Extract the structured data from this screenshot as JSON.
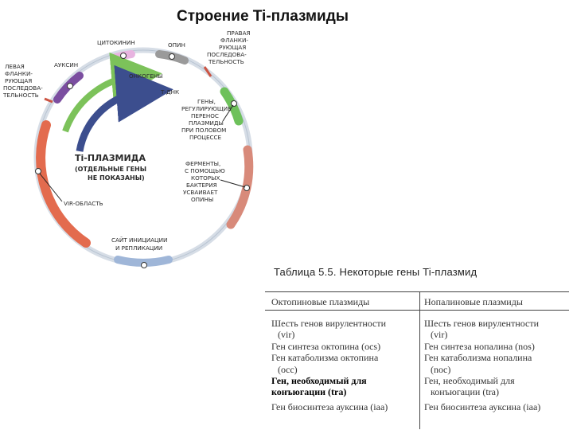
{
  "title": "Строение Ti-плазмиды",
  "diagram": {
    "center_title": "Ti-ПЛАЗМИДА",
    "center_subtitle_1": "(ОТДЕЛЬНЫЕ ГЕНЫ",
    "center_subtitle_2": "НЕ ПОКАЗАНЫ)",
    "labels": {
      "cytokinin": "ЦИТОКИНИН",
      "opine": "ОПИН",
      "right_flank": [
        "ПРАВАЯ",
        "ФЛАНКИ-",
        "РУЮЩАЯ",
        "ПОСЛЕДОВА-",
        "ТЕЛЬНОСТЬ"
      ],
      "left_flank": [
        "ЛЕВАЯ",
        "ФЛАНКИ-",
        "РУЮЩАЯ",
        "ПОСЛЕДОВА-",
        "ТЕЛЬНОСТЬ"
      ],
      "auxin": "АУКСИН",
      "oncogenes": "ОНКОГЕНЫ",
      "t_dna": "Т-ДНК",
      "transfer_genes": [
        "ГЕНЫ,",
        "РЕГУЛИРУЮЩИЕ",
        "ПЕРЕНОС",
        "ПЛАЗМИДЫ",
        "ПРИ ПОЛОВОМ",
        "ПРОЦЕССЕ"
      ],
      "enzymes": [
        "ФЕРМЕНТЫ,",
        "С ПОМОЩЬЮ",
        "КОТОРЫХ",
        "БАКТЕРИЯ",
        "УСВАИВАЕТ",
        "ОПИНЫ"
      ],
      "vir_region": "VIR-ОБЛАСТЬ",
      "replication": [
        "САЙТ ИНИЦИАЦИИ",
        "И РЕПЛИКАЦИИ"
      ]
    }
  },
  "table": {
    "caption": "Таблица 5.5. Некоторые гены Ti-плазмид",
    "headers": [
      "Октопиновые плазмиды",
      "Нопалиновые плазмиды"
    ],
    "octopine_rows": [
      {
        "text": "Шесть генов вирулентности",
        "indent": false,
        "bold": false
      },
      {
        "text": "(vir)",
        "indent": true,
        "bold": false
      },
      {
        "text": "Ген синтеза октопина (ocs)",
        "indent": false,
        "bold": false
      },
      {
        "text": "Ген катаболизма октопина",
        "indent": false,
        "bold": false
      },
      {
        "text": "(occ)",
        "indent": true,
        "bold": false
      },
      {
        "text": "Ген, необходимый для",
        "indent": false,
        "bold": true
      },
      {
        "text": "конъюгации (tra)",
        "indent": false,
        "bold": true
      },
      {
        "text": "Ген биосинтеза ауксина (iaa)",
        "indent": false,
        "bold": false,
        "gap": true
      }
    ],
    "nopaline_rows": [
      {
        "text": "Шесть генов вирулентности",
        "indent": false,
        "bold": false
      },
      {
        "text": "(vir)",
        "indent": true,
        "bold": false
      },
      {
        "text": "Ген синтеза нопалина (nos)",
        "indent": false,
        "bold": false
      },
      {
        "text": "Ген катаболизма нопалина",
        "indent": false,
        "bold": false
      },
      {
        "text": "(noc)",
        "indent": true,
        "bold": false
      },
      {
        "text": "Ген, необходимый для",
        "indent": false,
        "bold": false
      },
      {
        "text": "конъюгации (tra)",
        "indent": true,
        "bold": false
      },
      {
        "text": "Ген биосинтеза ауксина (iaa)",
        "indent": false,
        "bold": false,
        "gap": true
      }
    ]
  },
  "colors": {
    "ring": "#d6dde6",
    "cytokinin": "#e8b4e0",
    "opine": "#9a9a9a",
    "auxin": "#7b4ea0",
    "oncogene_arrow": "#7cc25a",
    "tdna_arrow": "#3c4e8e",
    "transfer_genes": "#6ec15b",
    "enzymes": "#d88a7a",
    "replication": "#9fb6d8",
    "vir": "#e36b4e",
    "flank_marker": "#cc5544"
  }
}
